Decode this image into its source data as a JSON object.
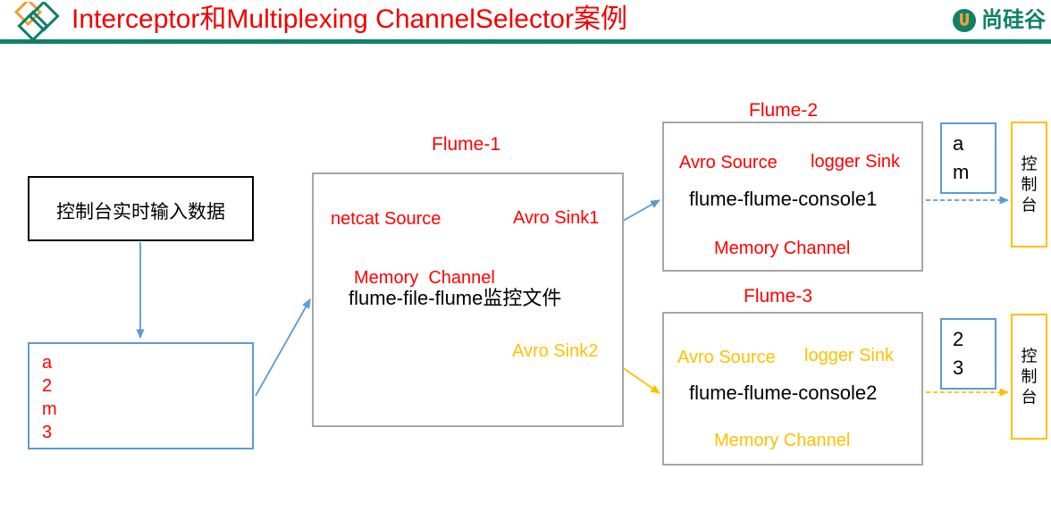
{
  "header": {
    "title": "Interceptor和Multiplexing ChannelSelector案例",
    "title_color": "#f20000",
    "rule_color": "#0e8168",
    "logo_text": "尚硅谷",
    "logo_icon": "atguigu-u-logo",
    "diamond_icon": "diamond-brand-icon"
  },
  "diagram": {
    "console_input": {
      "label": "控制台实时输入数据"
    },
    "input_data": {
      "lines": "a\n2\nm\n3",
      "color": "#ff0000"
    },
    "flume1": {
      "title": "Flume-1",
      "source": "netcat Source",
      "channel": "Memory  Channel",
      "sink1": "Avro Sink1",
      "sink2": "Avro Sink2",
      "config": "flume-file-flume监控文件"
    },
    "flume2": {
      "title": "Flume-2",
      "source": "Avro Source",
      "sink": "logger Sink",
      "channel": "Memory Channel",
      "config": "flume-flume-console1",
      "color": "#ff0000"
    },
    "flume3": {
      "title": "Flume-3",
      "source": "Avro Source",
      "sink": "logger Sink",
      "channel": "Memory Channel",
      "config": "flume-flume-console2",
      "color": "#ffc000"
    },
    "output_top": {
      "lines": "a\nm"
    },
    "output_bottom": {
      "lines": "2\n3"
    },
    "console_top": {
      "label": "控\n制\n台"
    },
    "console_bottom": {
      "label": "控\n制\n台"
    }
  }
}
